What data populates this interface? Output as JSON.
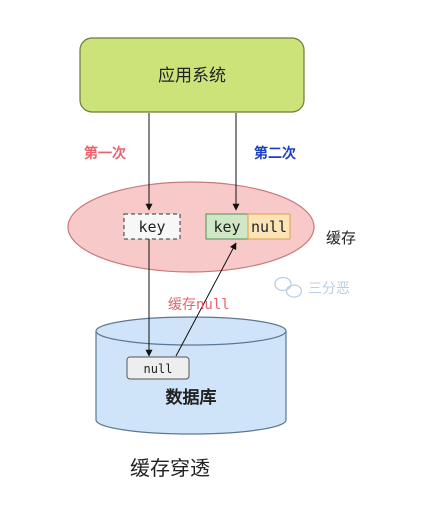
{
  "colors": {
    "app_fill": "#cce37a",
    "app_stroke": "#6e7a3a",
    "cache_fill": "#f8c9c9",
    "cache_stroke": "#c97a7a",
    "first_label": "#e8636b",
    "second_label": "#1a3fbf",
    "db_fill": "#cfe4f8",
    "db_stroke": "#5a7894",
    "key_green": "#cfe7c7",
    "null_orange": "#fde3b8",
    "null_orange_stroke": "#e0a040"
  },
  "app_system": {
    "label": "应用系统"
  },
  "requests": {
    "first_label": "第一次",
    "second_label": "第二次"
  },
  "cache": {
    "label": "缓存",
    "first_key": "key",
    "second_key": "key",
    "second_value": "null"
  },
  "cache_null_label": "缓存null",
  "database": {
    "label": "数据库",
    "record": "null"
  },
  "watermark": "三分恶",
  "caption": "缓存穿透"
}
